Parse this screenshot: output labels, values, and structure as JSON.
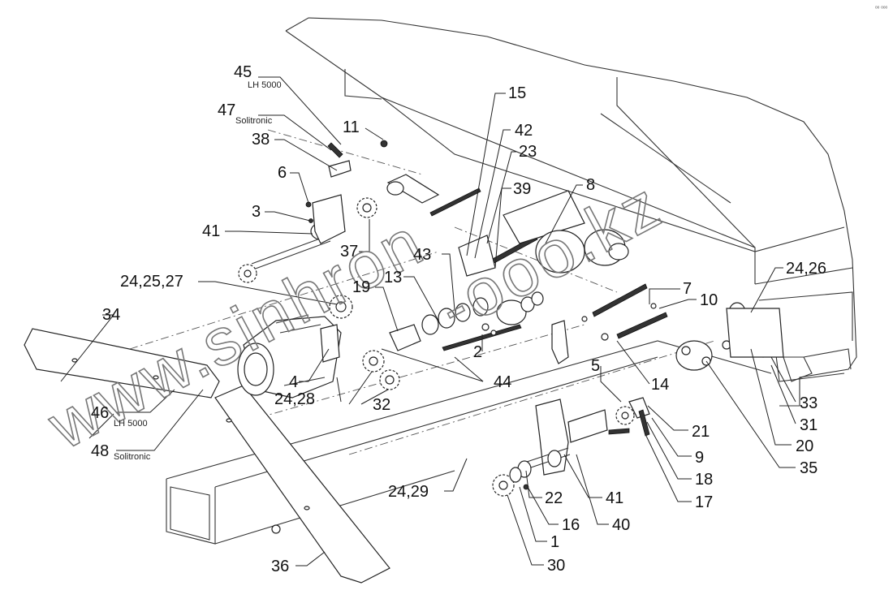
{
  "corner_mark": "ᵒᵒ ᵒᵒᵒ",
  "watermark": {
    "left": "www.sinhron",
    "right": "-ooo.kz"
  },
  "callouts": {
    "c45": "45",
    "c45_sub": "LH 5000",
    "c47": "47",
    "c47_sub": "Solitronic",
    "c38": "38",
    "c11": "11",
    "c6": "6",
    "c3": "3",
    "c41a": "41",
    "c37": "37",
    "c15": "15",
    "c42": "42",
    "c23": "23",
    "c39": "39",
    "c8": "8",
    "c43": "43",
    "c19": "19",
    "c13": "13",
    "c24_25_27": "24,25,27",
    "c34": "34",
    "c24_26": "24,26",
    "c7": "7",
    "c10": "10",
    "c2": "2",
    "c44": "44",
    "c4": "4",
    "c24_28": "24,28",
    "c32": "32",
    "c14": "14",
    "c5": "5",
    "c33": "33",
    "c31": "31",
    "c21": "21",
    "c20": "20",
    "c9": "9",
    "c35": "35",
    "c18": "18",
    "c17": "17",
    "c46": "46",
    "c46_sub": "LH 5000",
    "c48": "48",
    "c48_sub": "Solitronic",
    "c24_29": "24,29",
    "c22": "22",
    "c41b": "41",
    "c16": "16",
    "c40": "40",
    "c1": "1",
    "c30": "30",
    "c36": "36"
  }
}
